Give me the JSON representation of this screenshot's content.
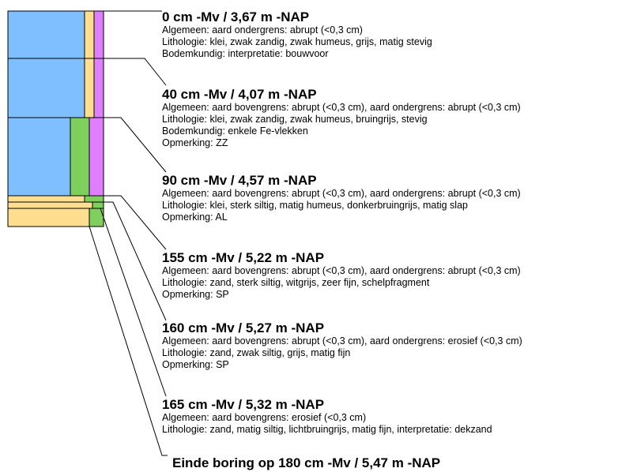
{
  "colors": {
    "outline": "#000000",
    "klei": "#7fbfff",
    "zand": "#ffdf8f",
    "silt": "#7fcf5f",
    "humus": "#df7fff"
  },
  "layers": [
    {
      "title": "0 cm -Mv / 3,67 m -NAP",
      "lines": [
        "Algemeen: aard ondergrens: abrupt (<0,3 cm)",
        "Lithologie: klei, zwak zandig, zwak humeus, grijs, matig stevig",
        "Bodemkundig: interpretatie: bouwvoor"
      ]
    },
    {
      "title": "40 cm -Mv / 4,07 m -NAP",
      "lines": [
        "Algemeen: aard bovengrens: abrupt (<0,3 cm), aard ondergrens: abrupt (<0,3 cm)",
        "Lithologie: klei, zwak zandig, zwak humeus, bruingrijs, stevig",
        "Bodemkundig: enkele Fe-vlekken",
        "Opmerking: ZZ"
      ]
    },
    {
      "title": "90 cm -Mv / 4,57 m -NAP",
      "lines": [
        "Algemeen: aard bovengrens: abrupt (<0,3 cm), aard ondergrens: abrupt (<0,3 cm)",
        "Lithologie: klei, sterk siltig, matig humeus, donkerbruingrijs, matig slap",
        "Opmerking: AL"
      ]
    },
    {
      "title": "155 cm -Mv / 5,22 m -NAP",
      "lines": [
        "Algemeen: aard bovengrens: abrupt (<0,3 cm), aard ondergrens: abrupt (<0,3 cm)",
        "Lithologie: zand, sterk siltig, witgrijs, zeer fijn, schelpfragment",
        "Opmerking: SP"
      ]
    },
    {
      "title": "160 cm -Mv / 5,27 m -NAP",
      "lines": [
        "Algemeen: aard bovengrens: abrupt (<0,3 cm), aard ondergrens: erosief (<0,3 cm)",
        "Lithologie: zand, zwak siltig, grijs, matig fijn",
        "Opmerking: SP"
      ]
    },
    {
      "title": "165 cm -Mv / 5,32 m -NAP",
      "lines": [
        "Algemeen: aard bovengrens: erosief (<0,3 cm)",
        "Lithologie: zand, matig siltig, lichtbruingrijs, matig fijn, interpretatie: dekzand"
      ]
    }
  ],
  "end_label": "Einde boring op 180 cm -Mv / 5,47 m -NAP"
}
